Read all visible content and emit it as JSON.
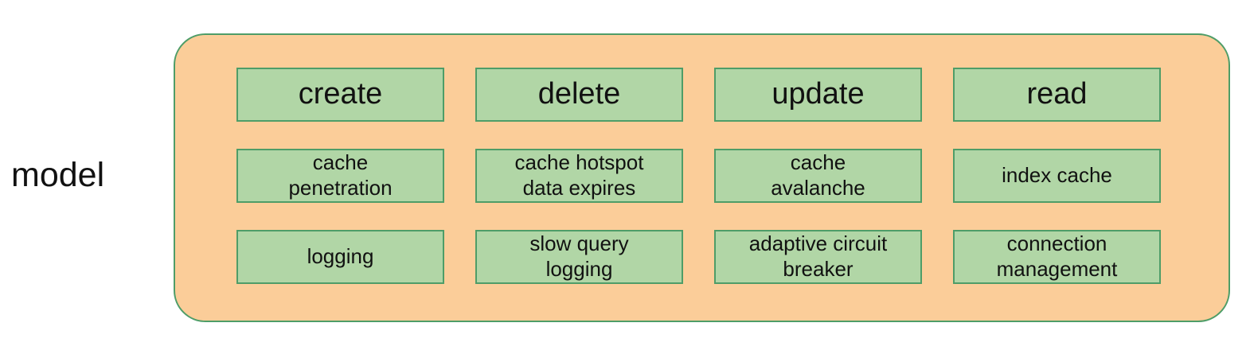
{
  "diagram": {
    "side_label": "model",
    "colors": {
      "container_fill": "#FBCD99",
      "container_border": "#4E9D68",
      "box_fill": "#B1D6A6",
      "box_border": "#4E9D68",
      "text": "#111111"
    },
    "grid": {
      "rows": [
        [
          "create",
          "delete",
          "update",
          "read"
        ],
        [
          "cache\npenetration",
          "cache hotspot\ndata expires",
          "cache\navalanche",
          "index cache"
        ],
        [
          "logging",
          "slow query\nlogging",
          "adaptive circuit\nbreaker",
          "connection\nmanagement"
        ]
      ]
    }
  }
}
